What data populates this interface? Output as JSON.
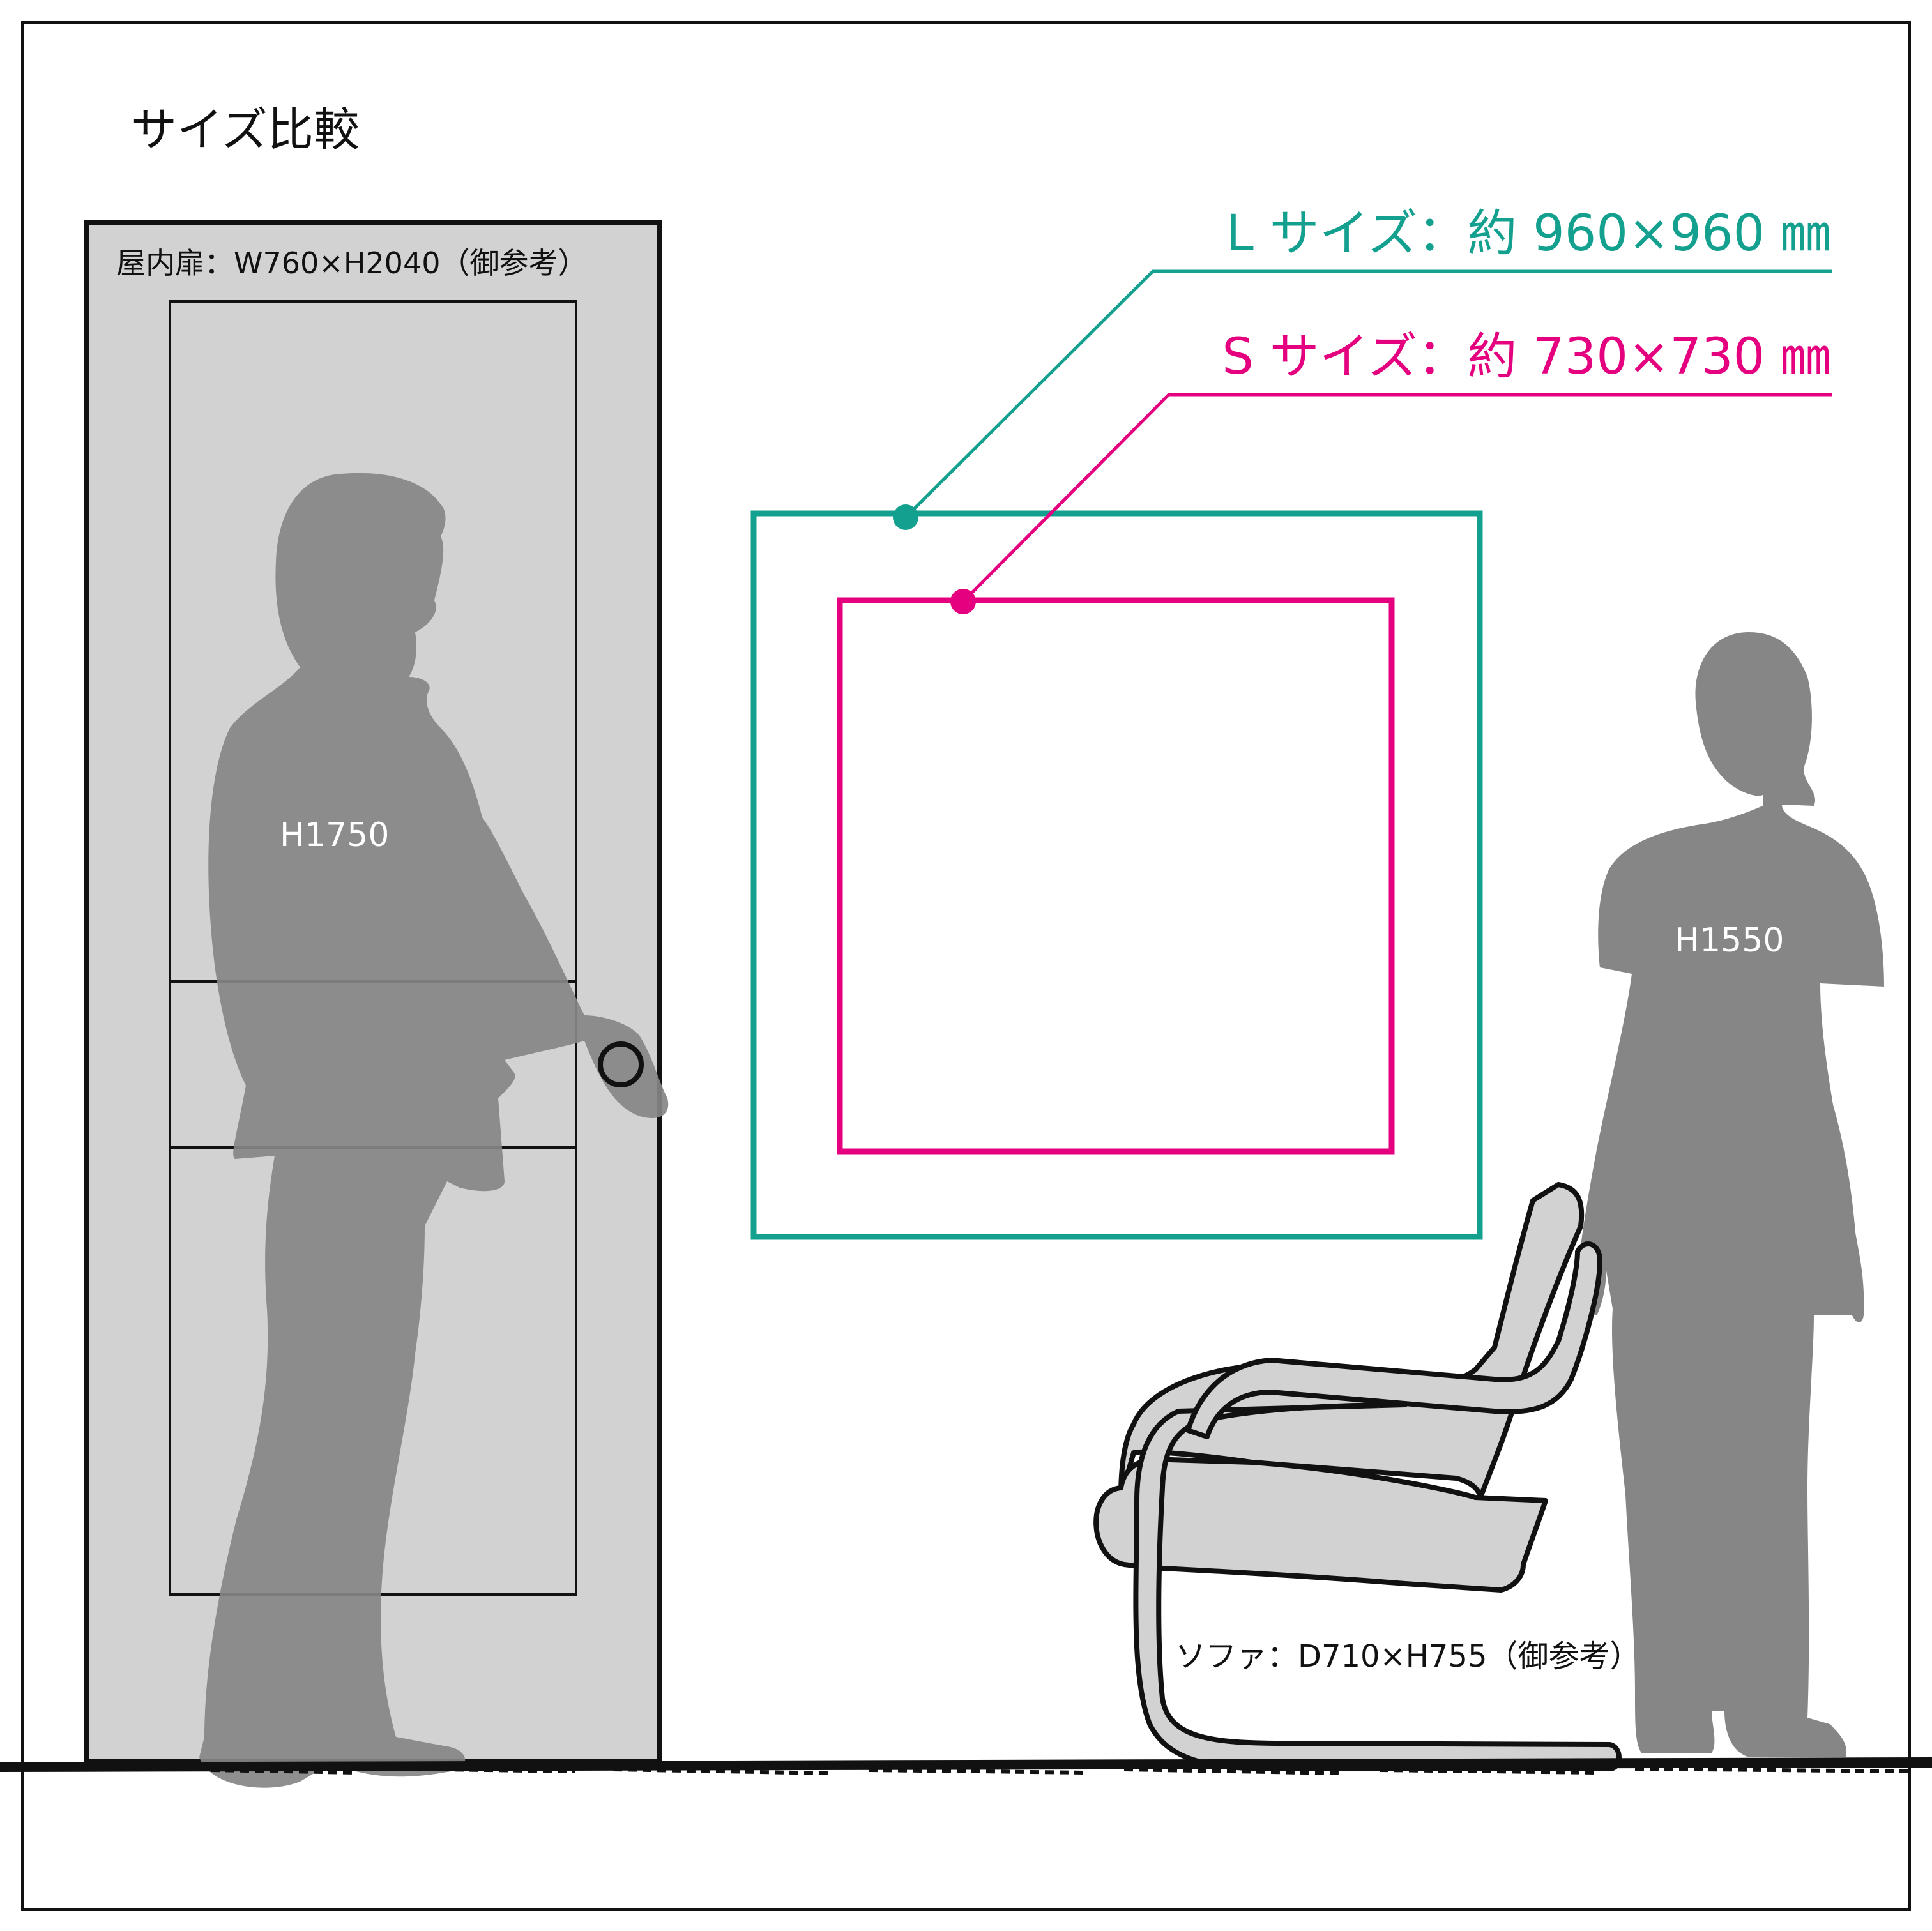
{
  "title": "サイズ比較",
  "door": {
    "label": "屋内扉：W760×H2040（御参考）",
    "person_height": "H1750"
  },
  "large": {
    "label": "L サイズ：約 960×960 ㎜",
    "color": "#14a08e"
  },
  "small": {
    "label": "S サイズ：約 730×730 ㎜",
    "color": "#e4007f"
  },
  "woman": {
    "height": "H1550"
  },
  "sofa": {
    "label": "ソファ：D710×H755（御参考）"
  },
  "colors": {
    "silhouette": "#868686",
    "door_fill": "#d2d2d2",
    "sofa_fill": "#d2d2d2",
    "outline": "#111111"
  }
}
